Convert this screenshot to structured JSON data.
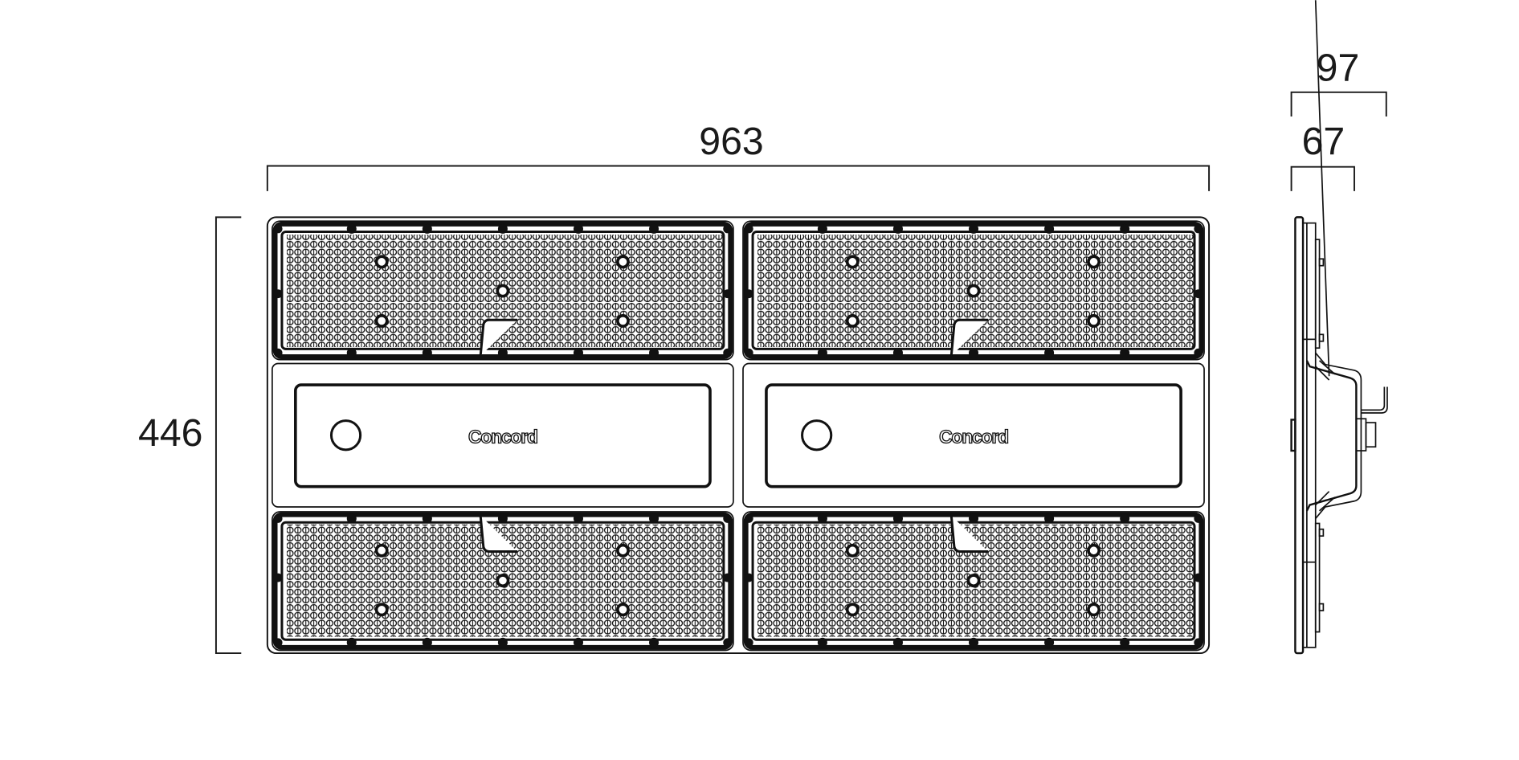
{
  "drawing": {
    "dimensions": {
      "width": "963",
      "height": "446",
      "depth_total": "97",
      "depth_body": "67"
    },
    "brand_label": "Concord",
    "colors": {
      "line": "#111111",
      "background": "#ffffff"
    }
  }
}
